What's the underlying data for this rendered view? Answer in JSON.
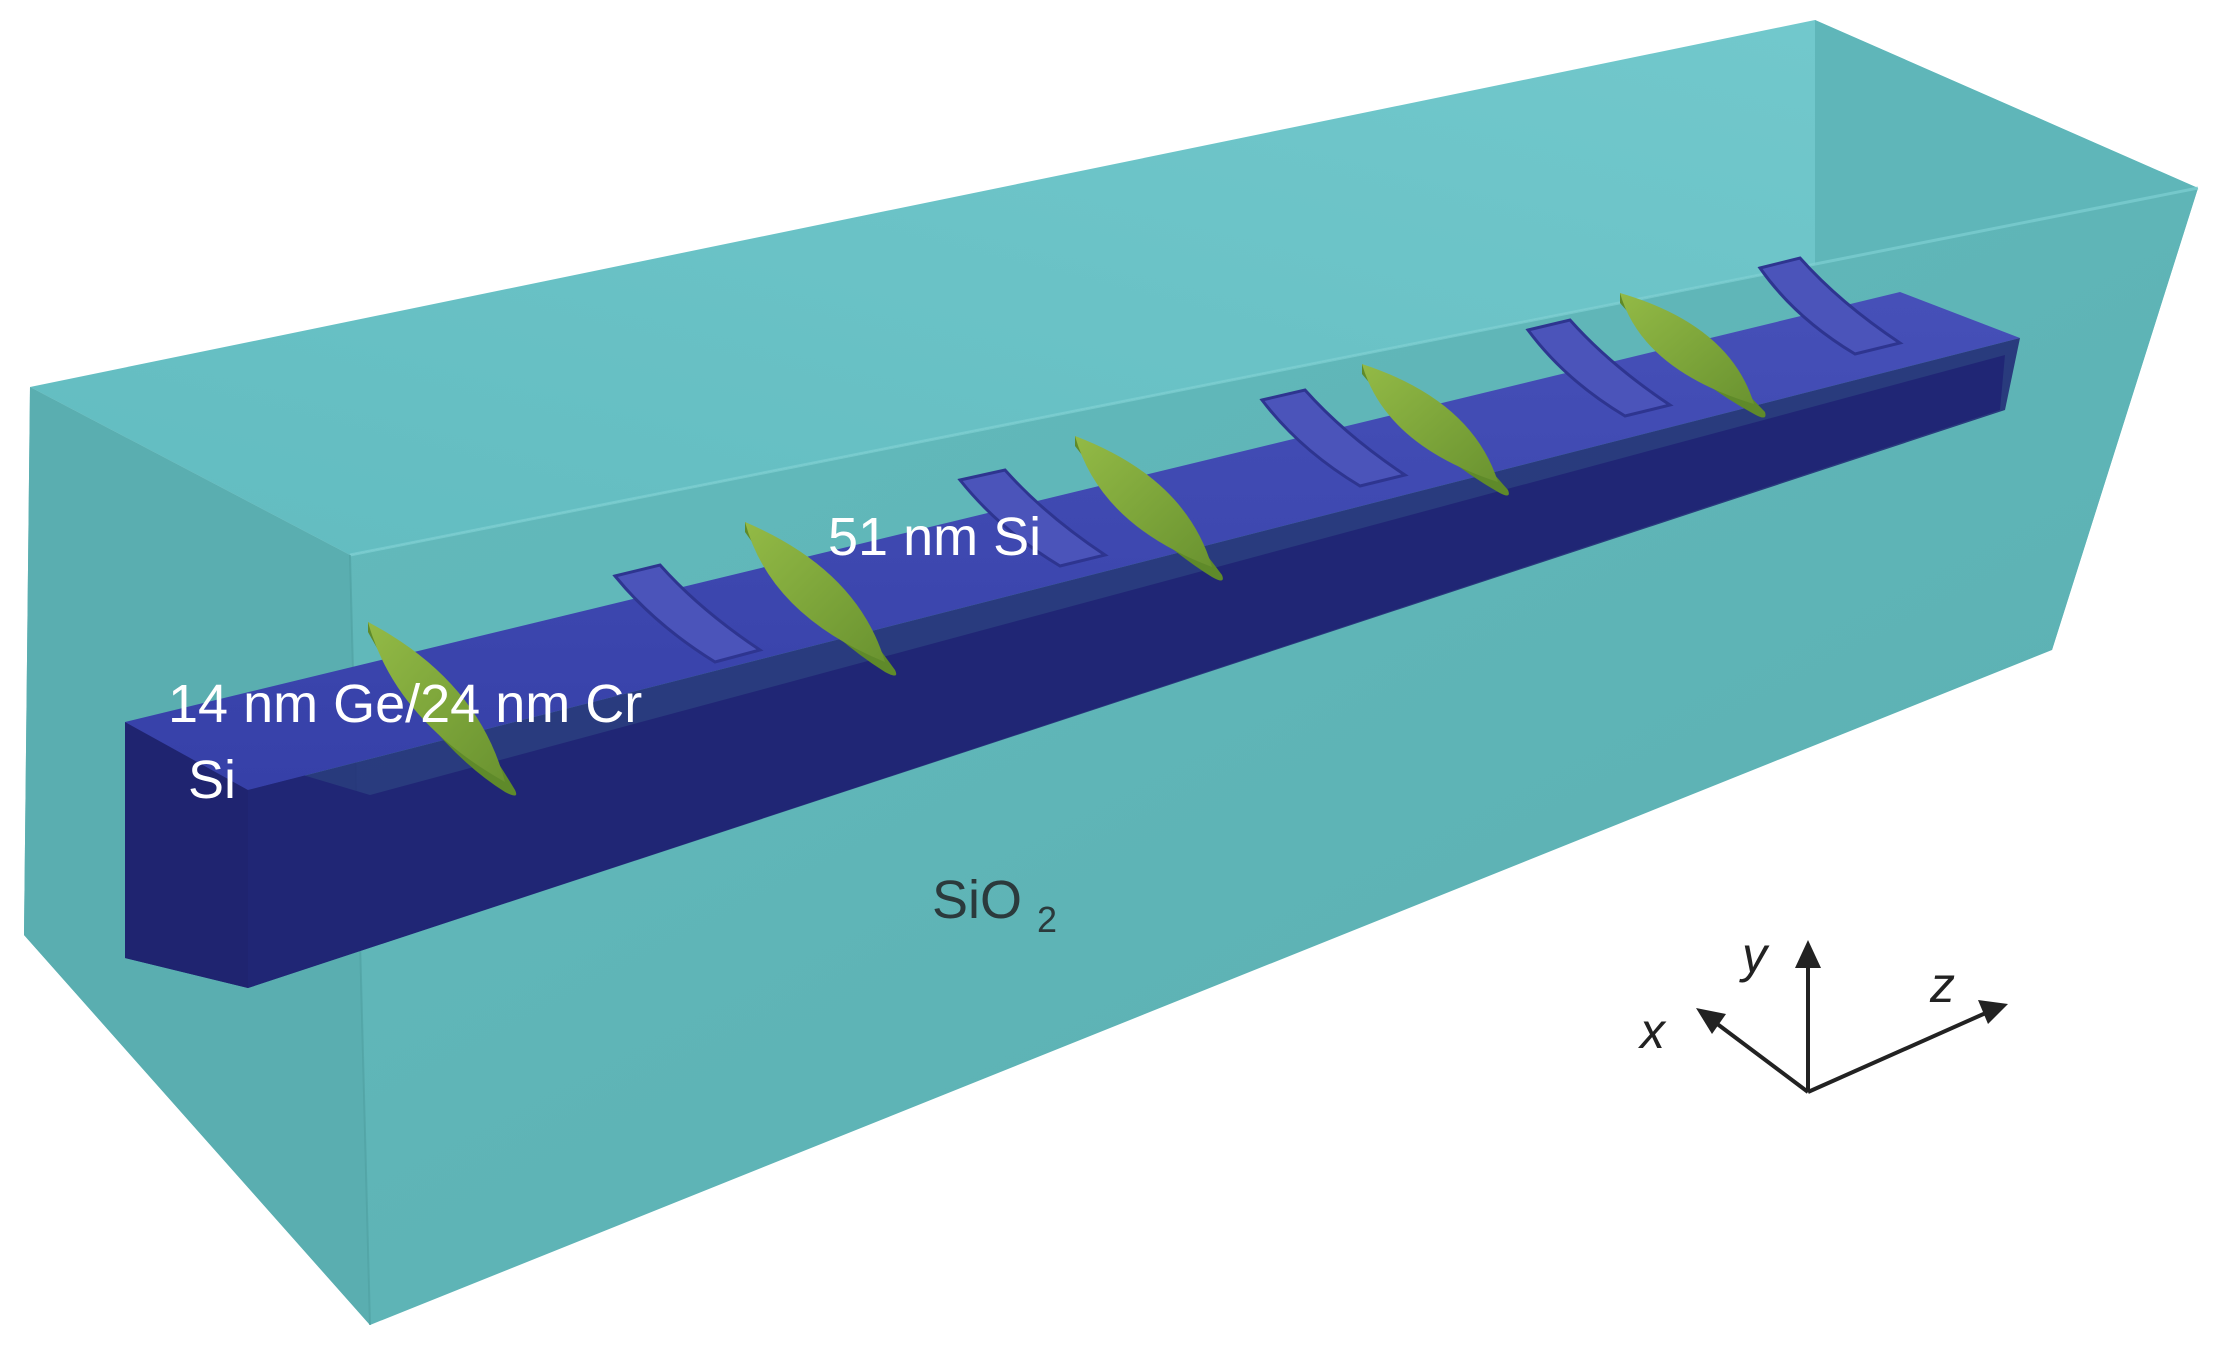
{
  "labels": {
    "ge_cr": "14 nm Ge/24 nm Cr",
    "si": "Si",
    "top_si": "51 nm Si",
    "sio2_base": "SiO",
    "sio2_sub": "2"
  },
  "axes": {
    "x": "x",
    "y": "y",
    "z": "z"
  },
  "colors": {
    "cladding_front": "#5fb8ba",
    "cladding_top": "#6ec6ca",
    "cladding_side": "#5eb4b6",
    "waveguide_top": "#3d46b0",
    "waveguide_front": "#242a7c",
    "grating_teeth": "#4a52b8",
    "antenna": "#7fa83a"
  }
}
